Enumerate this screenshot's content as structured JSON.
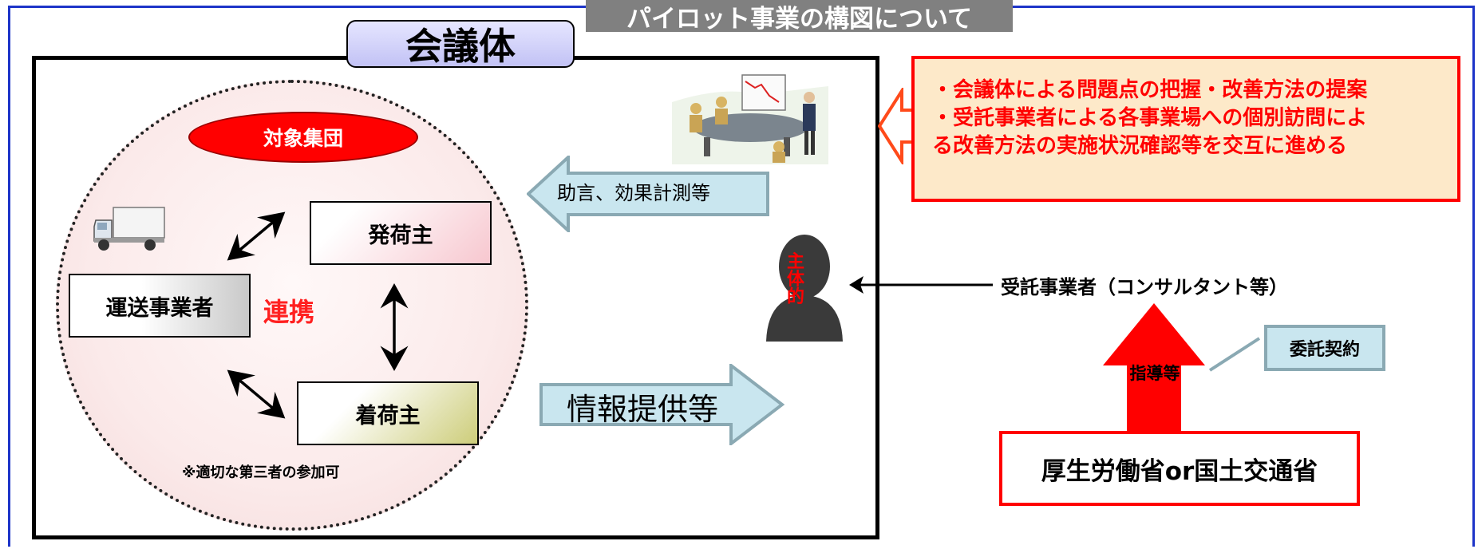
{
  "header": {
    "title": "パイロット事業の構図について"
  },
  "meeting_body": {
    "label": "会議体",
    "target_group": "対象集団",
    "nodes": {
      "shipper": "発荷主",
      "carrier": "運送事業者",
      "consignee": "着荷主"
    },
    "cooperation": "連携",
    "third_party_note": "※適切な第三者の参加可",
    "advice_label": "助言、効果計測等",
    "info_label": "情報提供等",
    "person_label": "主体的"
  },
  "note": {
    "lines": [
      "・会議体による問題点の把握・改善方法の提案",
      "・受託事業者による各事業場への個別訪問によ",
      "る改善方法の実施状況確認等を交互に進める"
    ]
  },
  "contractor": {
    "label": "受託事業者（コンサルタント等）"
  },
  "guidance": {
    "label": "指導等"
  },
  "contract": {
    "label": "委託契約"
  },
  "ministry": {
    "label": "厚生労働省or国土交通省"
  },
  "colors": {
    "frame_blue": "#1d34c8",
    "accent_red": "#ff0000",
    "note_fill": "#fde9c9",
    "arrow_fill": "#c9e6ef",
    "arrow_border": "#8aa9b3"
  },
  "icons": [
    "truck-picture",
    "meeting-picture",
    "person-icon"
  ]
}
